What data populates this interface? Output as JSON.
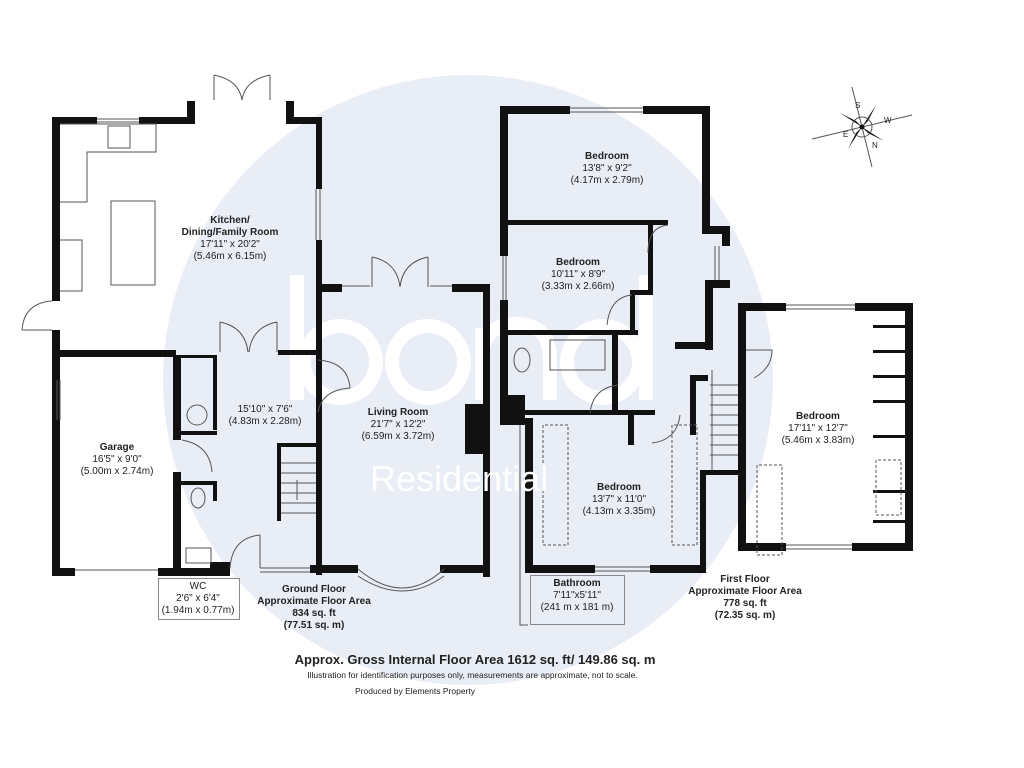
{
  "watermark": {
    "brand": "bond",
    "sub": "Residential",
    "circle_color": "#e9edf5"
  },
  "colors": {
    "wall": "#111111",
    "background": "#ffffff"
  },
  "compass": {
    "icon": "compass-rose-icon",
    "letters": [
      "S",
      "W",
      "N",
      "E"
    ]
  },
  "ground_floor": {
    "rooms": [
      {
        "name": "Kitchen/",
        "name2": "Dining/Family Room",
        "imperial": "17'11\" x 20'2\"",
        "metric": "(5.46m x 6.15m)"
      },
      {
        "name": "",
        "imperial": "15'10\" x 7'6\"",
        "metric": "(4.83m x 2.28m)"
      },
      {
        "name": "Living Room",
        "imperial": "21'7\" x 12'2\"",
        "metric": "(6.59m x 3.72m)"
      },
      {
        "name": "Garage",
        "imperial": "16'5\" x 9'0\"",
        "metric": "(5.00m x 2.74m)"
      },
      {
        "name": "WC",
        "imperial": "2'6\" x 6'4\"",
        "metric": "(1.94m x 0.77m)"
      }
    ],
    "area_title": "Ground Floor",
    "area_sub": "Approximate Floor Area",
    "area_sqft": "834 sq. ft",
    "area_sqm": "(77.51 sq. m)"
  },
  "first_floor": {
    "rooms": [
      {
        "name": "Bedroom",
        "imperial": "13'8\" x 9'2\"",
        "metric": "(4.17m x 2.79m)"
      },
      {
        "name": "Bedroom",
        "imperial": "10'11\" x 8'9\"",
        "metric": "(3.33m x 2.66m)"
      },
      {
        "name": "Bedroom",
        "imperial": "13'7\" x 11'0\"",
        "metric": "(4.13m x 3.35m)"
      },
      {
        "name": "Bedroom",
        "imperial": "17'11\" x 12'7\"",
        "metric": "(5.46m x 3.83m)"
      },
      {
        "name": "Bathroom",
        "imperial": "7'11\"x5'11\"",
        "metric": "(241 m x 181 m)"
      }
    ],
    "area_title": "First Floor",
    "area_sub": "Approximate Floor Area",
    "area_sqft": "778 sq. ft",
    "area_sqm": "(72.35 sq. m)"
  },
  "footer": {
    "gross": "Approx. Gross Internal Floor Area 1612 sq. ft/ 149.86 sq. m",
    "disclaimer": "Illustration for identification purposes only, measurements are approximate, not to scale.",
    "producer": "Produced by Elements Property"
  }
}
